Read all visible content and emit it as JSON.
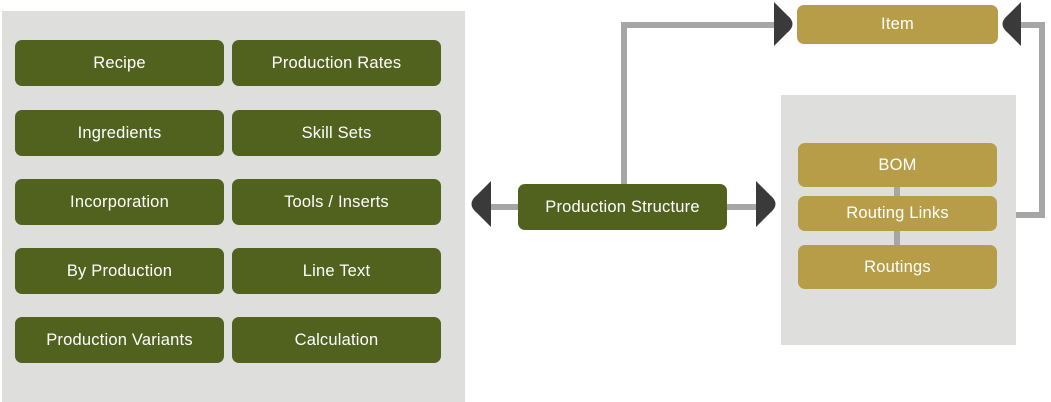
{
  "diagram": {
    "title": "Production Structure",
    "colors": {
      "green": "#51621f",
      "gold": "#b89d48",
      "panel_gray": "#dedfdc",
      "line_gray": "#a6a6a6",
      "arrow_dark": "#3a3a3a",
      "label_text": "#ffffff"
    }
  },
  "left_group": {
    "name": "production-structure-details",
    "items": [
      {
        "label": "Recipe"
      },
      {
        "label": "Production Rates"
      },
      {
        "label": "Ingredients"
      },
      {
        "label": "Skill Sets"
      },
      {
        "label": "Incorporation"
      },
      {
        "label": "Tools / Inserts"
      },
      {
        "label": "By Production"
      },
      {
        "label": "Line Text"
      },
      {
        "label": "Production Variants"
      },
      {
        "label": "Calculation"
      }
    ]
  },
  "center": {
    "label": "Production Structure"
  },
  "right_group": {
    "item": {
      "label": "Item"
    },
    "name": "bom-routing-group",
    "items": [
      {
        "label": "BOM"
      },
      {
        "label": "Routing Links"
      },
      {
        "label": "Routings"
      }
    ]
  },
  "connectors": [
    {
      "name": "production-structure-to-left-group",
      "direction": "left"
    },
    {
      "name": "production-structure-to-right-group",
      "direction": "right"
    },
    {
      "name": "production-structure-to-item",
      "direction": "up-right"
    },
    {
      "name": "routing-links-to-item",
      "direction": "right-up-left"
    }
  ]
}
